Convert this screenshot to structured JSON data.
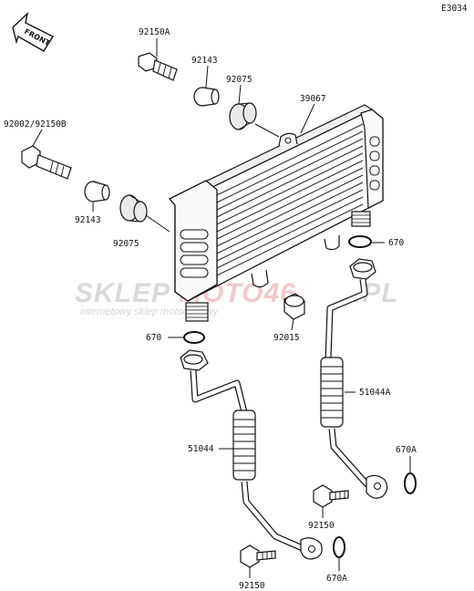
{
  "diagram_code": "E3034",
  "front_label": "FRONT",
  "watermark": {
    "brand_a": "SKLEP",
    "brand_b": "MOTO46",
    "brand_c": ".PL",
    "tagline": "internetowy sklep motocyklowy"
  },
  "callouts": {
    "c_92150A": "92150A",
    "c_92143_top": "92143",
    "c_92075_top": "92075",
    "c_39067": "39067",
    "c_92002": "92002/92150B",
    "c_92143_left": "92143",
    "c_92075_left": "92075",
    "c_670_right": "670",
    "c_670_left": "670",
    "c_92015": "92015",
    "c_51044A": "51044A",
    "c_51044": "51044",
    "c_670A_right": "670A",
    "c_92150_mid": "92150",
    "c_670A_bottom": "670A",
    "c_92150_bottom": "92150"
  }
}
